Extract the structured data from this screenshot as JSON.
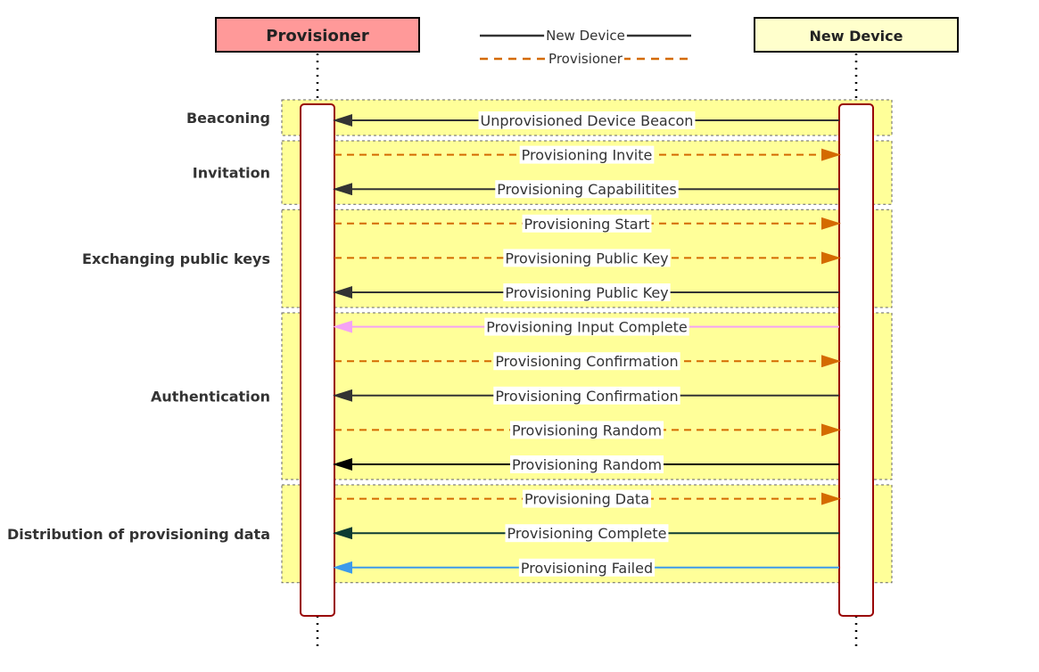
{
  "actors": {
    "left": {
      "name": "Provisioner",
      "fill": "#ff9999",
      "border": "#000000"
    },
    "right": {
      "name": "New Device",
      "fill": "#ffffcc",
      "border": "#000000"
    }
  },
  "legend": [
    {
      "label": "New Device",
      "style": "solid",
      "color": "#333333"
    },
    {
      "label": "Provisioner",
      "style": "dashed",
      "color": "#d46a00"
    }
  ],
  "colors": {
    "phase_fill": "#ffff99",
    "phase_border": "#666666",
    "activation_border": "#990000",
    "activation_fill": "#ffffff"
  },
  "phases": [
    {
      "label": "Beaconing",
      "messages": [
        {
          "label": "Unprovisioned Device Beacon",
          "from": "New Device",
          "to": "Provisioner",
          "style": "solid",
          "color": "#333333"
        }
      ]
    },
    {
      "label": "Invitation",
      "messages": [
        {
          "label": "Provisioning Invite",
          "from": "Provisioner",
          "to": "New Device",
          "style": "dashed",
          "color": "#d46a00"
        },
        {
          "label": "Provisioning Capabilitites",
          "from": "New Device",
          "to": "Provisioner",
          "style": "solid",
          "color": "#333333"
        }
      ]
    },
    {
      "label": "Exchanging public keys",
      "messages": [
        {
          "label": "Provisioning Start",
          "from": "Provisioner",
          "to": "New Device",
          "style": "dashed",
          "color": "#d46a00"
        },
        {
          "label": "Provisioning Public Key",
          "from": "Provisioner",
          "to": "New Device",
          "style": "dashed",
          "color": "#d46a00"
        },
        {
          "label": "Provisioning Public Key",
          "from": "New Device",
          "to": "Provisioner",
          "style": "solid",
          "color": "#333333"
        }
      ]
    },
    {
      "label": "Authentication",
      "messages": [
        {
          "label": "Provisioning Input Complete",
          "from": "New Device",
          "to": "Provisioner",
          "style": "solid",
          "color": "#f4a3f4"
        },
        {
          "label": "Provisioning Confirmation",
          "from": "Provisioner",
          "to": "New Device",
          "style": "dashed",
          "color": "#d46a00"
        },
        {
          "label": "Provisioning Confirmation",
          "from": "New Device",
          "to": "Provisioner",
          "style": "solid",
          "color": "#333333"
        },
        {
          "label": "Provisioning Random",
          "from": "Provisioner",
          "to": "New Device",
          "style": "dashed",
          "color": "#d46a00"
        },
        {
          "label": "Provisioning Random",
          "from": "New Device",
          "to": "Provisioner",
          "style": "solid",
          "color": "#000000"
        }
      ]
    },
    {
      "label": "Distribution of provisioning data",
      "messages": [
        {
          "label": "Provisioning Data",
          "from": "Provisioner",
          "to": "New Device",
          "style": "dashed",
          "color": "#d46a00"
        },
        {
          "label": "Provisioning Complete",
          "from": "New Device",
          "to": "Provisioner",
          "style": "solid",
          "color": "#0d3b33"
        },
        {
          "label": "Provisioning Failed",
          "from": "New Device",
          "to": "Provisioner",
          "style": "solid",
          "color": "#3d9aea"
        }
      ]
    }
  ]
}
